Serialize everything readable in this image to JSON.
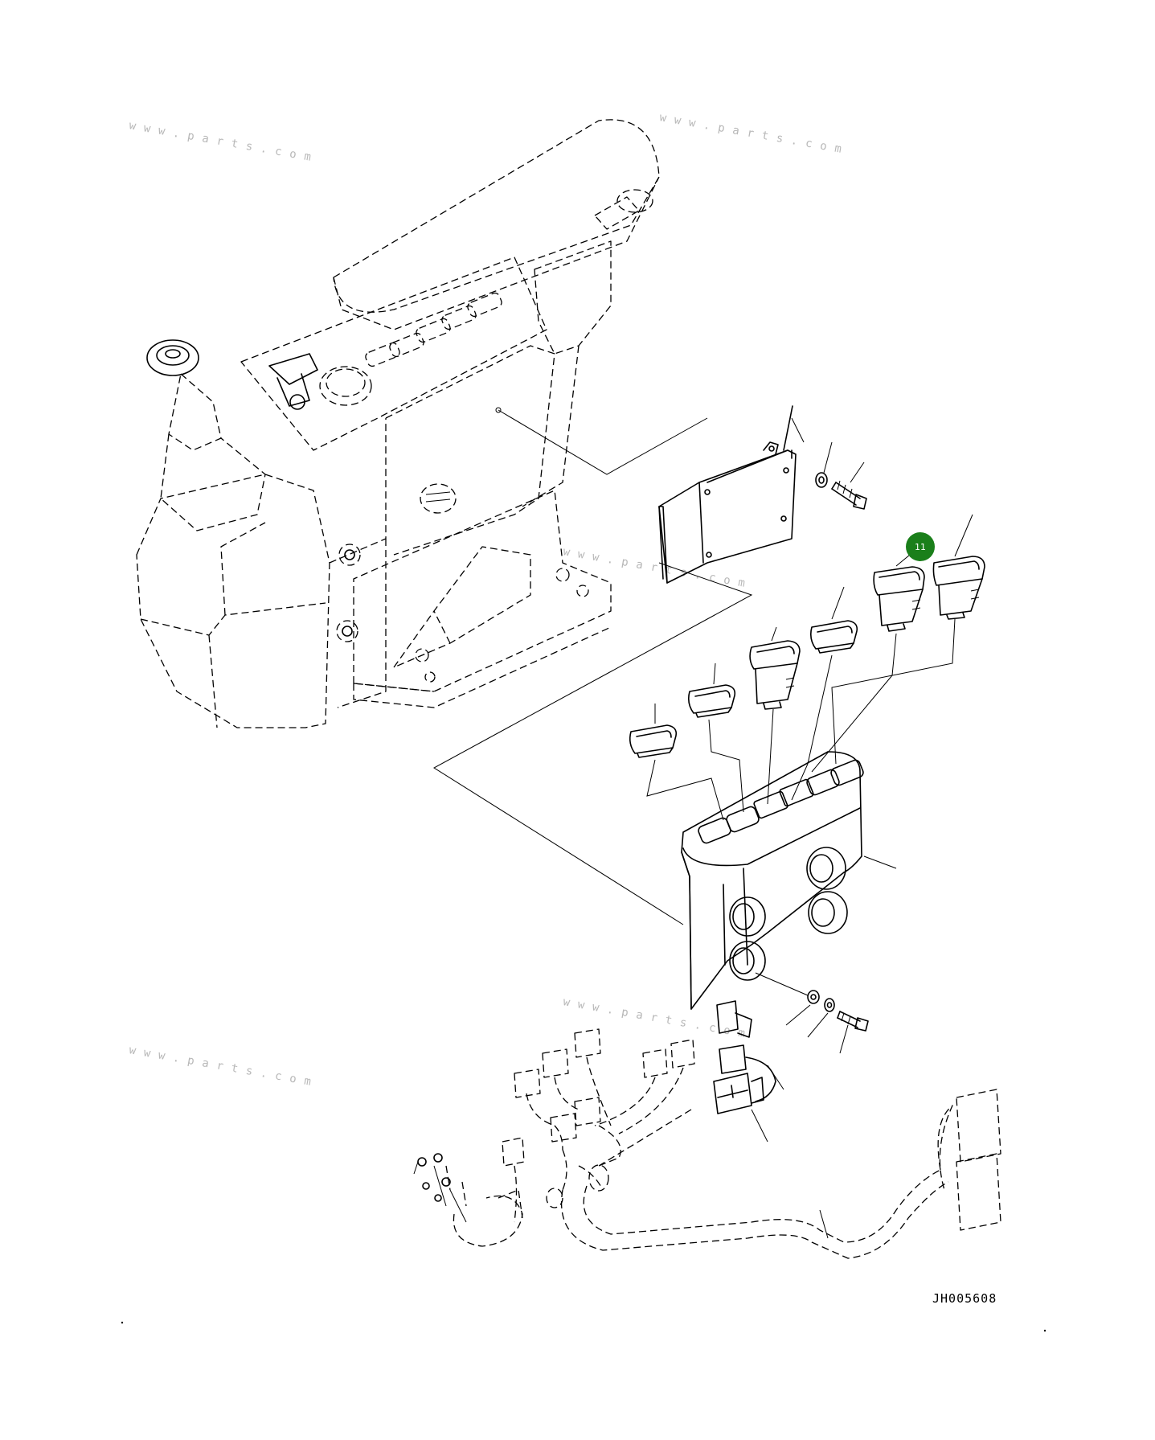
{
  "diagram": {
    "drawing_code": "JH005608",
    "watermark_text": "www.parts.com",
    "callout": {
      "number": "11",
      "color": "#1a7f1a"
    },
    "icons": [
      "armrest-console",
      "joystick",
      "cover-plate",
      "switch-panel",
      "rocker-switch",
      "wire-harness",
      "bolt",
      "washer",
      "connector"
    ]
  }
}
